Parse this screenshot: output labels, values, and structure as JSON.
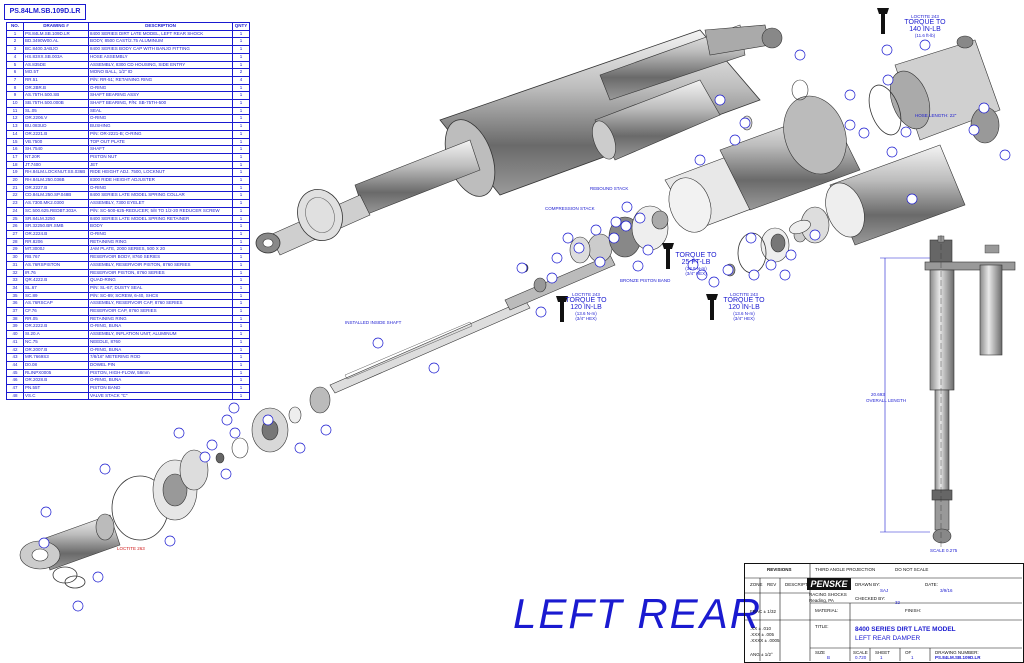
{
  "drawing_tag": "PS.84LM.SB.109D.LR",
  "bom_headers": {
    "no": "NO.",
    "drawing": "DRAWING #",
    "description": "DESCRIPTION",
    "qty": "QNTY"
  },
  "bom_rows": [
    [
      "1",
      "PS.84LM.SB.109D.LR",
      "8400 SERIES DIRT LATE MODEL, LEFT REAR SHOCK",
      "1"
    ],
    [
      "2",
      "BD.3490W00.AL",
      "BODY, 8500 CAST/2.75 ALUMINUM",
      "1"
    ],
    [
      "3",
      "BC.8400.3ABJO",
      "8400 SERIES BODY CAP WITH BANJO FITTING",
      "1"
    ],
    [
      "4",
      "HS.83XX.SB.003A",
      "HOSE ASSEMBLY",
      "1"
    ],
    [
      "5",
      "AS.835DE",
      "ASSEMBLY, 8300 CD HOUSING, SIDE ENTRY",
      "1"
    ],
    [
      "6",
      "MO.5T",
      "MONO BALL, 1/2\" ID",
      "2"
    ],
    [
      "7",
      "RR.51",
      "P/N: RR-51; RETAINING RING",
      "4"
    ],
    [
      "8",
      "OR.2BR.B",
      "O-RING",
      "1"
    ],
    [
      "9",
      "AS.75TH.500.SB",
      "SHAFT BEARING ASSY",
      "1"
    ],
    [
      "10",
      "SB.75TH.500.000B",
      "SHAFT BEARING, P/N: SB-75TH-500",
      "1"
    ],
    [
      "11",
      "SL.05",
      "SEAL",
      "1"
    ],
    [
      "12",
      "OR.2206.V",
      "O-RING",
      "1"
    ],
    [
      "13",
      "BU.083UD",
      "BUSHING",
      "1"
    ],
    [
      "14",
      "OR.2221.B",
      "P/N: OR-2221-B; O-RING",
      "1"
    ],
    [
      "15",
      "VB.7500",
      "TOP OUT PLATE",
      "1"
    ],
    [
      "16",
      "SH.7540",
      "SHAFT",
      "1"
    ],
    [
      "17",
      "NT.20R",
      "PISTON NUT",
      "1"
    ],
    [
      "18",
      "JT.7400",
      "JET",
      "1"
    ],
    [
      "19",
      "RH.84LM.LOCKNUT.SS.036B",
      "RIDE HEIGHT ADJ. 7500, LOCKNUT",
      "1"
    ],
    [
      "20",
      "RH.84LM.250.036B",
      "8300 RIDE HEIGHT ADJUSTER",
      "1"
    ],
    [
      "21",
      "OR.2227.B",
      "O-RING",
      "1"
    ],
    [
      "22",
      "CD.84LM.250.SP.048B",
      "8400 SERIES LATE MODEL SPRING COLLAR",
      "1"
    ],
    [
      "23",
      "AS.7300.MK2.0300",
      "ASSEMBLY, 7300 EYELET",
      "1"
    ],
    [
      "24",
      "SC.500.625.REDBT.303A",
      "P/N: SC-500-625-REDUCER; 5/8 TO 1/2-20 REDUCER SCREW",
      "1"
    ],
    [
      "25",
      "SR.84LM.3250",
      "8400 SERIES LATE MODEL SPRING RETAINER",
      "1"
    ],
    [
      "26",
      "SR.32250.BR.SMB",
      "BODY",
      "1"
    ],
    [
      "27",
      "OR.2224.B",
      "O-RING",
      "1"
    ],
    [
      "28",
      "RR.8206",
      "RETAINING RING",
      "1"
    ],
    [
      "29",
      "MT.3000J",
      "JAM PLATE, 2000 SERIES, 500 X 20",
      "1"
    ],
    [
      "30",
      "RB.767",
      "RESERVOIR BODY, 8760 SERIES",
      "1"
    ],
    [
      "31",
      "AS.76RSPISTON",
      "ASSEMBLY, RESERVOIR PISTON, 8760 SERIES",
      "1"
    ],
    [
      "32",
      "IR.76",
      "RESERVOIR PISTON, 8760 SERIES",
      "1"
    ],
    [
      "33",
      "QR.4222.B",
      "QUAD-RING",
      "1"
    ],
    [
      "34",
      "SL.67",
      "P/N: SL-67; DUSTY SEAL",
      "1"
    ],
    [
      "35",
      "SC.89",
      "P/N: SC-89; SCREW, 6-40, SHCS",
      "1"
    ],
    [
      "36",
      "AS.76RSCAP",
      "ASSEMBLY, RESERVOIR CAP, 8760 SERIES",
      "1"
    ],
    [
      "37",
      "CF.76",
      "RESERVOIR CAP, 8760 SERIES",
      "1"
    ],
    [
      "38",
      "RR.05",
      "RETAINING RING",
      "1"
    ],
    [
      "39",
      "OR.2222.B",
      "O-RING, BUNA",
      "1"
    ],
    [
      "40",
      "SI.20.A",
      "ASSEMBLY, INFLATION UNIT, ALUMINUM",
      "1"
    ],
    [
      "41",
      "NC.75",
      "NEEDLE, 8760",
      "1"
    ],
    [
      "42",
      "OR.2007.B",
      "O-RING, BUNA",
      "1"
    ],
    [
      "43",
      "MR.7669S3",
      "7/8/16\" METERING ROD",
      "1"
    ],
    [
      "44",
      "D0.08",
      "DOWEL PIN",
      "1"
    ],
    [
      "45",
      "RLINPX0005",
      "PISTON, HIGH-FLOW, 58mm",
      "1"
    ],
    [
      "46",
      "OR.2028.B",
      "O-RING, BUNA",
      "1"
    ],
    [
      "47",
      "PN.55T",
      "PISTON BAND",
      "1"
    ],
    [
      "48",
      "VS.C",
      "VALVE STACK \"C\"",
      "1"
    ]
  ],
  "big_title": "LEFT REAR",
  "torques": {
    "t1_line1": "TORQUE TO",
    "t1_line2": "140 IN-LB",
    "t1_sub": "(11.6 ft-lb)",
    "t1_label": "LOCTITE 243",
    "t2_line1": "TORQUE TO",
    "t2_line2": "25 FT-LB",
    "t2_sub": "(33.9 N-m)",
    "t2_sub2": "(3/4\" HEX)",
    "t3_line1": "TORQUE TO",
    "t3_line2": "120 IN-LB",
    "t3_sub": "(13.6 N-m)",
    "t3_sub2": "(3/4\" HEX)",
    "t3_label": "LOCTITE 243",
    "t4_line1": "TORQUE TO",
    "t4_line2": "120 IN-LB",
    "t4_sub": "(13.6 N-m)",
    "t4_sub2": "(3/4\" HEX)",
    "t4_label": "LOCTITE 243"
  },
  "notes": {
    "hose_length": "HOSE LENGTH: 22\"",
    "rebound_stack": "REBOUND STACK",
    "compression_stack": "COMPRESSION STACK",
    "bronze_piston_band": "BRONZE PISTON BAND",
    "metering_rod": "INSTALLED INSIDE SHAFT",
    "overall_length": "OVERALL LENGTH",
    "overall_value": "20.693",
    "loctite_low": "LOCTITE 263",
    "scale_bottom": "SCALE 0.275"
  },
  "title_block": {
    "revisions": "REVISIONS",
    "zone": "ZONE",
    "rev": "REV",
    "description": "DESCRIPTION",
    "date": "3/9/16",
    "third_angle": "THIRD ANGLE PROJECTION",
    "do_not_scale": "DO NOT SCALE",
    "logo": "PENSKE",
    "company": "RACING SHOCKS",
    "drawn_by_label": "DRAWN BY:",
    "drawn_by": "SAJ",
    "date_label": "DATE:",
    "checked_label": "CHECKED BY:",
    "tolerance": "FRAC ± 1/32",
    "material_label": "MATERIAL:",
    "finish_label": "FINISH:",
    "title_label": "TITLE:",
    "title_line1": "8400 SERIES DIRT LATE MODEL",
    "title_line2": "LEFT REAR DAMPER",
    "size_label": "SIZE",
    "size": "B",
    "scale_label": "SCALE",
    "scale": "0.720",
    "sheet_label": "SHEET",
    "sheet": "1",
    "of_label": "OF",
    "of": "1",
    "dwg_label": "DRAWING NUMBER:",
    "dwg_number": "PS.84LM.SB.109D.LR",
    "rev_number": "32",
    "spec1": ".XX  ± .010",
    "spec2": ".XXX  ± .005",
    "spec3": ".XXXX ± .0005",
    "angle": "ANG ± 1/2°",
    "location": "Reading, PA"
  }
}
